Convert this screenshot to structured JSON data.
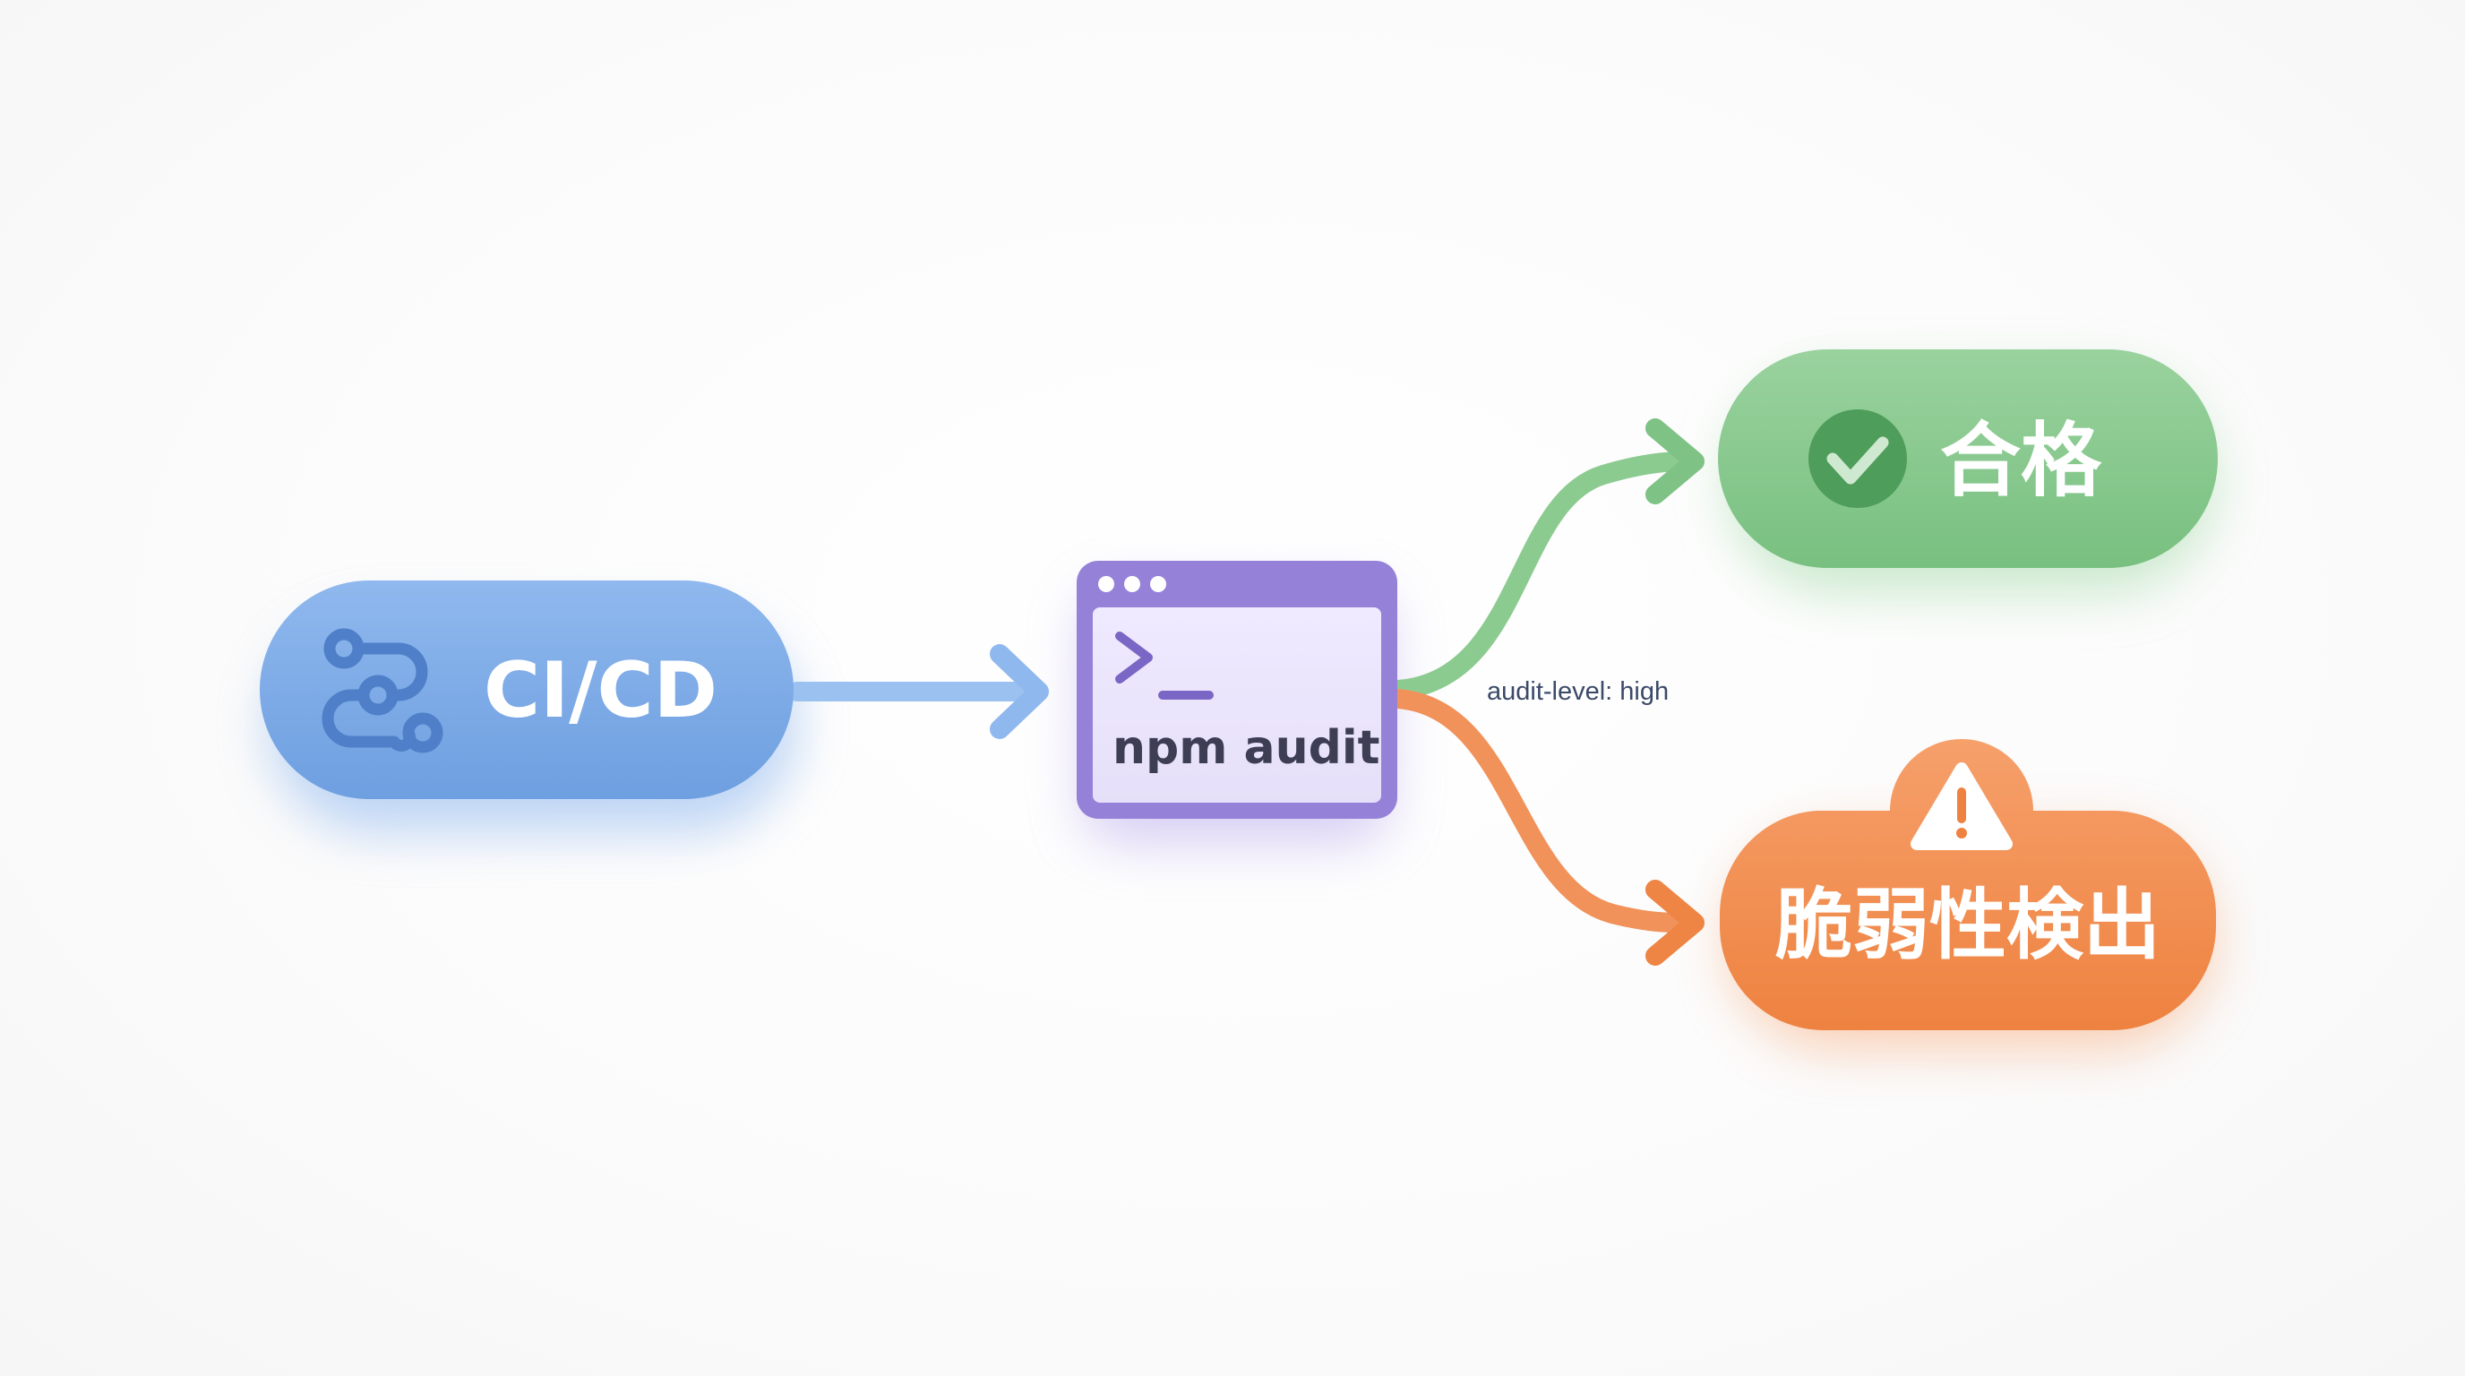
{
  "nodes": {
    "cicd": {
      "label": "CI/CD",
      "icon": "git-branch-icon",
      "color": "#7aa9e6"
    },
    "audit": {
      "label": "npm audit",
      "icon": "terminal-icon",
      "color": "#9b88dc"
    },
    "pass": {
      "label": "合格",
      "icon": "check-circle-icon",
      "color": "#82c68a"
    },
    "vuln": {
      "label": "脆弱性検出",
      "icon": "warning-icon",
      "color": "#f08a4e"
    }
  },
  "edges": {
    "branch_label": "audit-level: high",
    "flow_color": "#9bc1f0",
    "pass_color": "#8ccb90",
    "fail_color": "#f1925a"
  }
}
